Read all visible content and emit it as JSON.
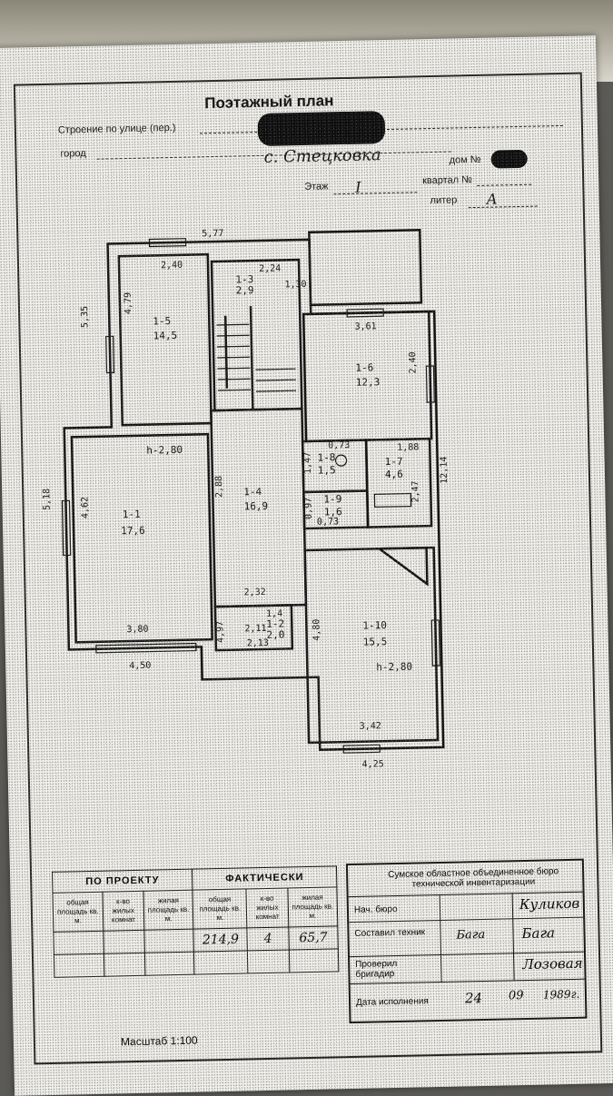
{
  "header": {
    "title": "Поэтажный план",
    "street_label": "Строение по улице (пер.)",
    "city_label": "город",
    "village": "с. Стецковка",
    "house_label": "дом №",
    "block_label": "квартал №",
    "floor_label": "Этаж",
    "floor_value": "I",
    "liter_label": "литер",
    "liter_value": "А"
  },
  "plan": {
    "dimensions": [
      "5,77",
      "2,40",
      "2,24",
      "1,30",
      "5,35",
      "4,79",
      "3,61",
      "2,40",
      "12,14",
      "5,18",
      "4,62",
      "3,80",
      "4,50",
      "2,88",
      "2,32",
      "4,97",
      "4,80",
      "3,42",
      "4,25",
      "1,88",
      "2,47",
      "0,73",
      "1,47",
      "0,73",
      "0,97",
      "1,4",
      "2,11",
      "2,13"
    ],
    "rooms": [
      {
        "id": "1-5",
        "area": "14,5"
      },
      {
        "id": "1-3",
        "area": "2,9"
      },
      {
        "id": "1-6",
        "area": "12,3"
      },
      {
        "id": "1-1",
        "area": "17,6"
      },
      {
        "id": "1-4",
        "area": "16,9"
      },
      {
        "id": "1-8",
        "area": "1,5"
      },
      {
        "id": "1-7",
        "area": "4,6"
      },
      {
        "id": "1-9",
        "area": "1,6"
      },
      {
        "id": "1-2",
        "area": "2,0"
      },
      {
        "id": "1-10",
        "area": "15,5"
      }
    ],
    "heights": [
      "h-2,80",
      "h-2,80"
    ]
  },
  "table_left": {
    "group1": "ПО ПРОЕКТУ",
    "group2": "ФАКТИЧЕСКИ",
    "columns": [
      "общая площадь кв. м.",
      "к-во жилых комнат",
      "жилая площадь кв. м.",
      "общая площадь кв. м.",
      "к-во жилых комнат",
      "жилая площадь кв. м."
    ],
    "values": [
      "",
      "",
      "",
      "214,9",
      "4",
      "65,7"
    ]
  },
  "stamp": {
    "org": "Сумское областное объединенное бюро технической инвентаризации",
    "rows": [
      {
        "label": "Нач. бюро",
        "sign": "",
        "name": "Куликов"
      },
      {
        "label": "Составил техник",
        "sign": "Бага",
        "name": "Бага"
      },
      {
        "label": "Проверил бригадир",
        "sign": "",
        "name": "Лозовая"
      }
    ],
    "date_label": "Дата исполнения",
    "date_day": "24",
    "date_month": "09",
    "date_year": "1989г."
  },
  "footer": {
    "scale": "Масштаб 1:100"
  }
}
